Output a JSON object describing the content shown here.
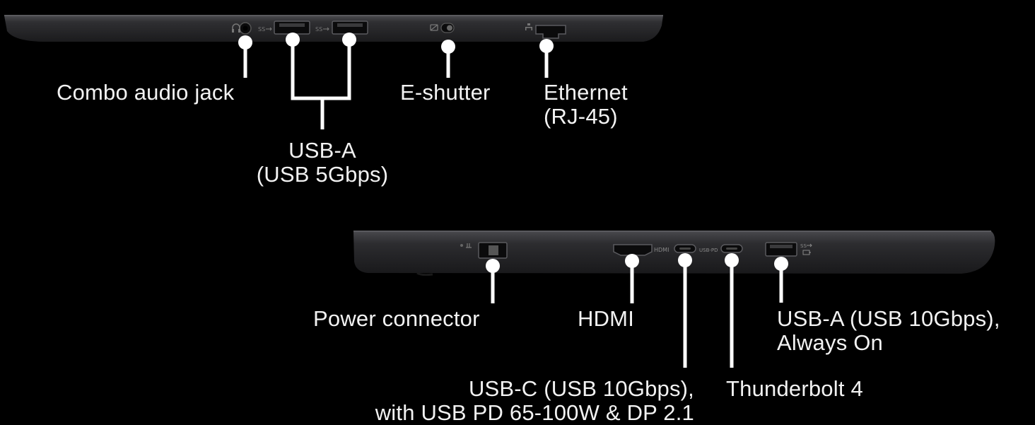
{
  "colors": {
    "background": "#000000",
    "chassis": "#2a2a2c",
    "chassis_edge": "#4a4a4e",
    "port": "#0b0b0c",
    "callout": "#ffffff",
    "text": "#f2f2f2"
  },
  "left_side_view": {
    "icons": [
      "headset-icon",
      "usb-superspeed-icon",
      "usb-superspeed-icon",
      "camera-shutter-icon",
      "ethernet-icon"
    ],
    "ports": {
      "audio": {
        "name": "Combo audio jack"
      },
      "usb_a": {
        "line1": "USB-A",
        "line2": "(USB 5Gbps)"
      },
      "shutter": {
        "name": "E-shutter"
      },
      "ethernet": {
        "line1": "Ethernet",
        "line2": "(RJ-45)"
      }
    }
  },
  "right_side_view": {
    "icons": [
      "power-plug-icon",
      "hdmi-icon",
      "usb-pd-icon",
      "usb-superspeed-battery-icon"
    ],
    "port_markings": {
      "hdmi": "HDMI",
      "usb_pd": "USB-PD"
    },
    "ports": {
      "power": {
        "name": "Power connector"
      },
      "hdmi": {
        "name": "HDMI"
      },
      "usb_c": {
        "line1": "USB-C (USB 10Gbps),",
        "line2": "with USB PD 65-100W & DP 2.1"
      },
      "thunderbolt": {
        "name": "Thunderbolt 4"
      },
      "usb_a": {
        "line1": "USB-A (USB 10Gbps),",
        "line2": "Always On"
      }
    }
  }
}
